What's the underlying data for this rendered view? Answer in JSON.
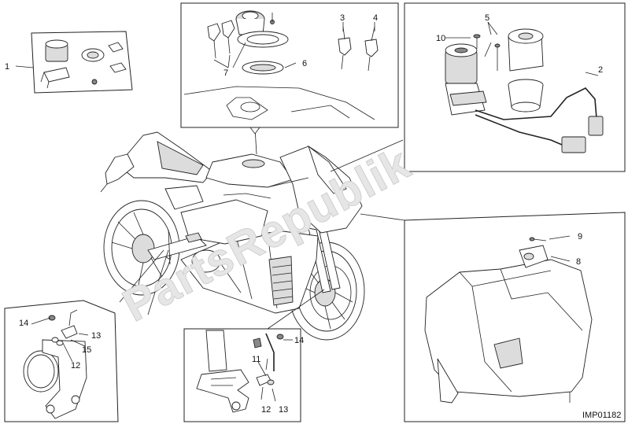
{
  "diagram": {
    "drawing_code": "IMP01182",
    "watermark": "PartsRepublik",
    "callouts": {
      "c1": "1",
      "c2": "2",
      "c3": "3",
      "c4": "4",
      "c5": "5",
      "c6": "6",
      "c7": "7",
      "c8": "8",
      "c9": "9",
      "c10": "10",
      "c11": "11",
      "c12a": "12",
      "c12b": "12",
      "c13a": "13",
      "c13b": "13",
      "c14a": "14",
      "c14b": "14",
      "c15": "15"
    }
  }
}
